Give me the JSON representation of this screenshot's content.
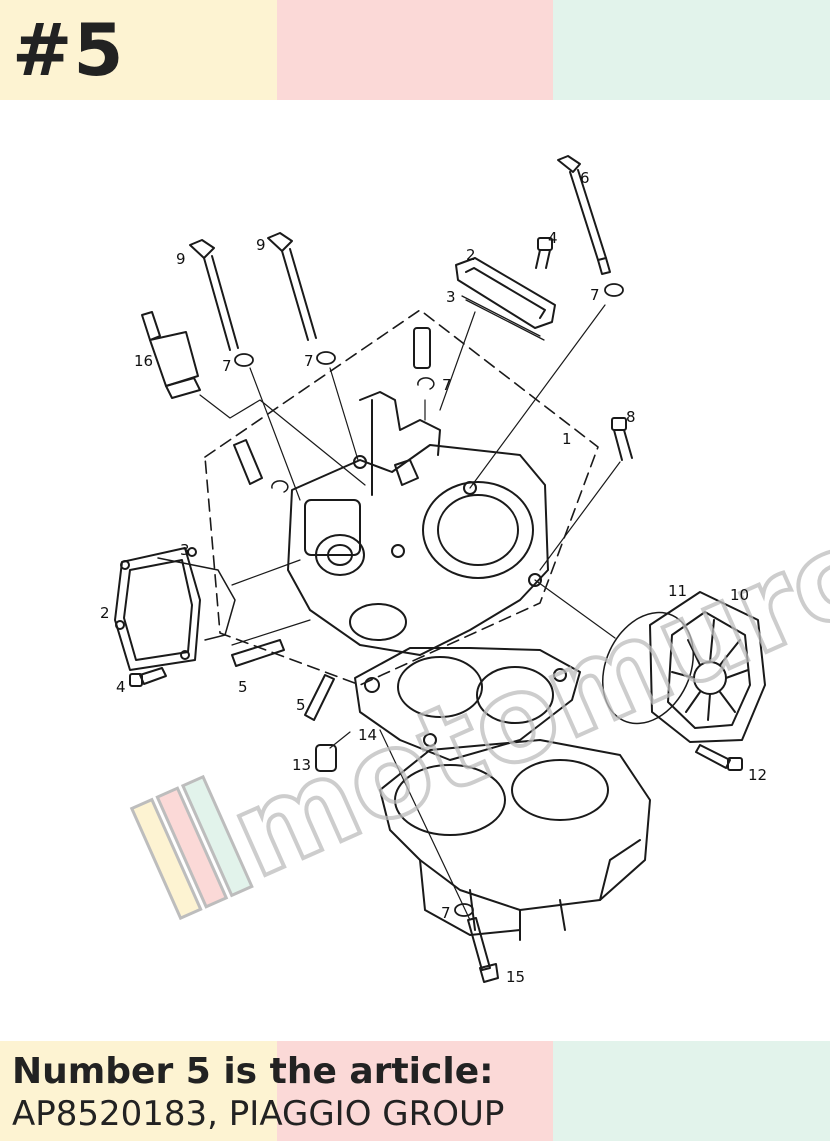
{
  "badge": "#5",
  "caption": {
    "title": "Number 5 is the article:",
    "article": "AP8520183, PIAGGIO GROUP"
  },
  "watermark": "motomurcia",
  "colors": {
    "band_yellow": "#fdf3d2",
    "band_pink": "#fbd9d7",
    "band_mint": "#e2f3eb",
    "ink": "#222222"
  },
  "callouts": [
    "1",
    "2",
    "2",
    "3",
    "3",
    "4",
    "4",
    "5",
    "5",
    "6",
    "7",
    "7",
    "7",
    "7",
    "7",
    "8",
    "9",
    "9",
    "10",
    "11",
    "12",
    "13",
    "14",
    "15",
    "16"
  ]
}
